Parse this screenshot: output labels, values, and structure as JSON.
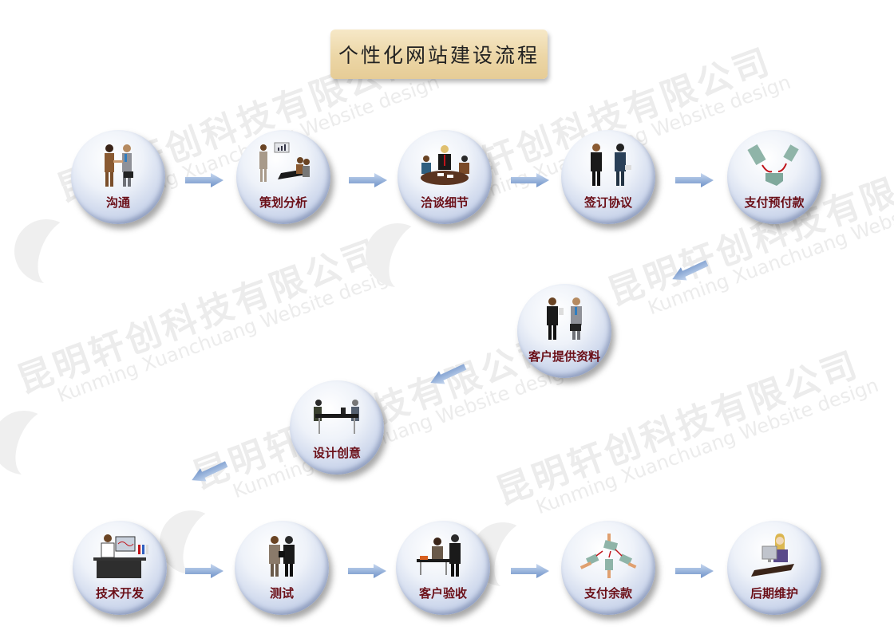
{
  "title": "个性化网站建设流程",
  "watermark": {
    "company_cn": "昆明轩创科技有限公司",
    "company_en": "Kunming Xuanchuang Website design"
  },
  "colors": {
    "label": "#6b0f18",
    "arrow": "#8fb0dc",
    "title_bg": "#ecd6a6",
    "sphere_edge": "#93a4cd"
  },
  "steps": [
    {
      "id": 1,
      "label": "沟通",
      "icon": "handshake-icon"
    },
    {
      "id": 2,
      "label": "策划分析",
      "icon": "presentation-meeting-icon"
    },
    {
      "id": 3,
      "label": "洽谈细节",
      "icon": "round-table-meeting-icon"
    },
    {
      "id": 4,
      "label": "签订协议",
      "icon": "sign-agreement-icon"
    },
    {
      "id": 5,
      "label": "支付预付款",
      "icon": "prepayment-money-icon"
    },
    {
      "id": 6,
      "label": "客户提供资料",
      "icon": "provide-documents-icon"
    },
    {
      "id": 7,
      "label": "设计创意",
      "icon": "design-meeting-icon"
    },
    {
      "id": 8,
      "label": "技术开发",
      "icon": "developer-computer-icon"
    },
    {
      "id": 9,
      "label": "测试",
      "icon": "testing-icon"
    },
    {
      "id": 10,
      "label": "客户验收",
      "icon": "customer-acceptance-icon"
    },
    {
      "id": 11,
      "label": "支付余款",
      "icon": "final-payment-icon"
    },
    {
      "id": 12,
      "label": "后期维护",
      "icon": "support-headset-icon"
    }
  ]
}
